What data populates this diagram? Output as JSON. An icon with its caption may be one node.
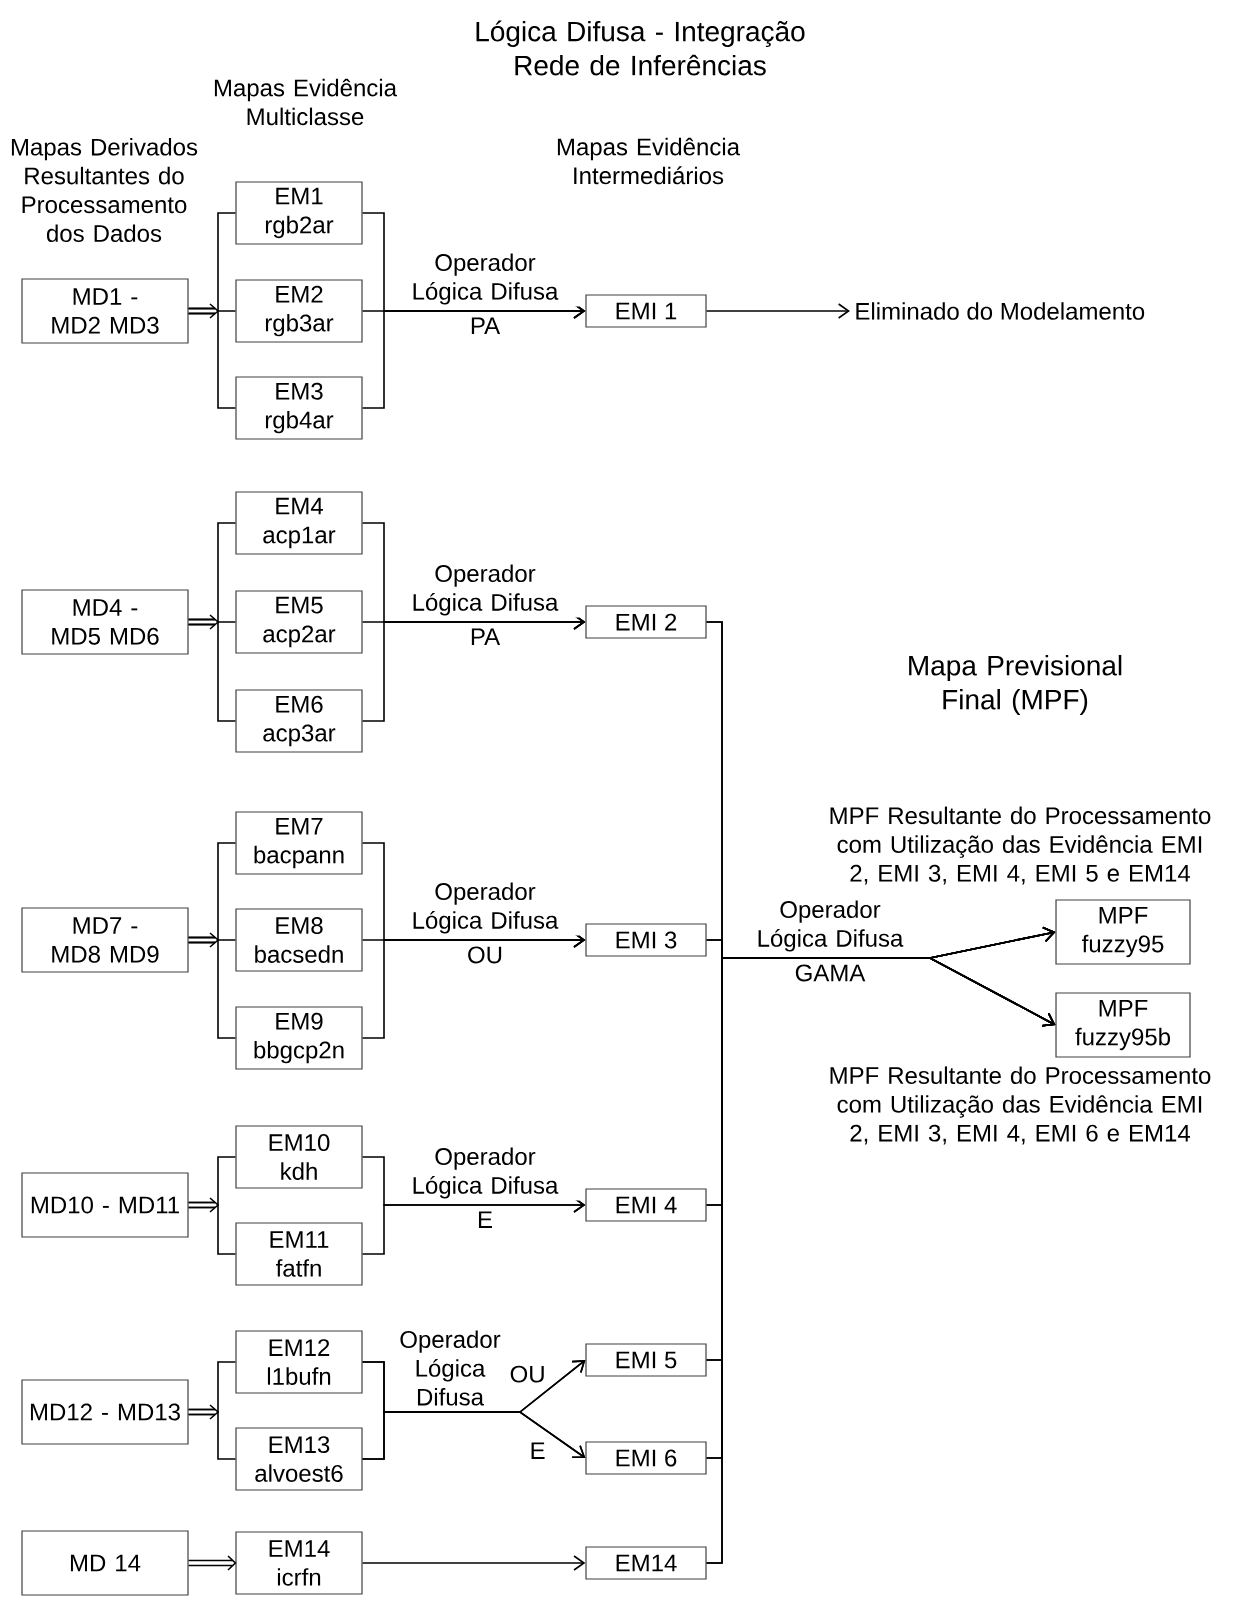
{
  "diagram": {
    "title": "Lógica Difusa - Integração Rede de Inferências",
    "nodes": [
      {
        "text": [
          "MD1 - MD2 MD3"
        ]
      },
      {
        "text": [
          "EM1 rgb2ar"
        ]
      },
      {
        "text": [
          "EM2 rgb3ar"
        ]
      },
      {
        "text": [
          "EM3 rgb4ar"
        ]
      },
      {
        "text": [
          "EMI 1"
        ]
      },
      {
        "text": [
          "Eliminado do Modelamento"
        ]
      },
      {
        "text": [
          "MD4 - MD5 MD6"
        ]
      },
      {
        "text": [
          "EM4 acp1ar"
        ]
      },
      {
        "text": [
          "EM5 acp2ar"
        ]
      },
      {
        "text": [
          "EM6 acp3ar"
        ]
      },
      {
        "text": [
          "EMI 2"
        ]
      },
      {
        "text": [
          "MD7 - MD8 MD9"
        ]
      },
      {
        "text": [
          "EM7 bacpann"
        ]
      },
      {
        "text": [
          "EM8 bacsedn"
        ]
      },
      {
        "text": [
          "EM9 bbgcp2n"
        ]
      },
      {
        "text": [
          "EMI 3"
        ]
      },
      {
        "text": [
          "MD10 - MD11"
        ]
      },
      {
        "text": [
          "EM10 kdh"
        ]
      },
      {
        "text": [
          "EM11 fatfn"
        ]
      },
      {
        "text": [
          "EMI 4"
        ]
      },
      {
        "text": [
          "MD12 - MD13"
        ]
      },
      {
        "text": [
          "EM12 l1bufn"
        ]
      },
      {
        "text": [
          "EM13 alvoest6"
        ]
      },
      {
        "text": [
          "EMI 5"
        ]
      },
      {
        "text": [
          "EMI 6"
        ]
      },
      {
        "text": [
          "MD 14"
        ]
      },
      {
        "text": [
          "EM14 icrfn"
        ]
      },
      {
        "text": [
          "EM14"
        ]
      },
      {
        "text": [
          "MPF fuzzy95"
        ],
        "beside": [
          "MPF Resultante do Processamento com Utilização das Evidência EMI 2, EMI 3, EMI 4, EMI 5 e EM14"
        ]
      },
      {
        "text": [
          "MPF fuzzy95b"
        ],
        "beside": [
          "MPF Resultante do Processamento com Utilização das Evidência EMI 2, EMI 3, EMI 4, EMI 6 e EM14"
        ]
      }
    ],
    "edges": [
      {
        "from": 0,
        "to": 1,
        "arrow": "none"
      },
      {
        "from": 0,
        "to": 2,
        "arrow": "none"
      },
      {
        "from": 0,
        "to": 3,
        "arrow": "none"
      },
      {
        "from": 1,
        "to": 4,
        "arrow": "to",
        "label": "Operador Lógica Difusa"
      },
      {
        "from": 2,
        "to": 4,
        "arrow": "to"
      },
      {
        "from": 3,
        "to": 4,
        "arrow": "to",
        "label": "PA"
      },
      {
        "from": 4,
        "to": 5,
        "arrow": "to"
      },
      {
        "from": 6,
        "to": 7,
        "arrow": "none"
      },
      {
        "from": 6,
        "to": 8,
        "arrow": "none"
      },
      {
        "from": 6,
        "to": 9,
        "arrow": "none"
      },
      {
        "from": 7,
        "to": 10,
        "arrow": "to",
        "label": "Operador Lógica Difusa"
      },
      {
        "from": 8,
        "to": 10,
        "arrow": "to"
      },
      {
        "from": 9,
        "to": 10,
        "arrow": "to",
        "label": "PA"
      },
      {
        "from": 11,
        "to": 12,
        "arrow": "none"
      },
      {
        "from": 11,
        "to": 13,
        "arrow": "none"
      },
      {
        "from": 11,
        "to": 14,
        "arrow": "none"
      },
      {
        "from": 12,
        "to": 15,
        "arrow": "to",
        "label": "Operador Lógica Difusa"
      },
      {
        "from": 13,
        "to": 15,
        "arrow": "to"
      },
      {
        "from": 14,
        "to": 15,
        "arrow": "to",
        "label": "OU"
      },
      {
        "from": 16,
        "to": 17,
        "arrow": "none"
      },
      {
        "from": 16,
        "to": 18,
        "arrow": "none"
      },
      {
        "from": 17,
        "to": 19,
        "arrow": "to",
        "label": "Operador Lógica Difusa"
      },
      {
        "from": 18,
        "to": 19,
        "arrow": "to",
        "label": "E"
      },
      {
        "from": 20,
        "to": 21,
        "arrow": "none"
      },
      {
        "from": 20,
        "to": 22,
        "arrow": "none"
      },
      {
        "from": 21,
        "to": 23,
        "arrow": "to",
        "label": "OU"
      },
      {
        "from": 21,
        "to": 24,
        "arrow": "to",
        "label": "Operador Lógica Difusa"
      },
      {
        "from": 22,
        "to": 23,
        "arrow": "to"
      },
      {
        "from": 22,
        "to": 24,
        "arrow": "to",
        "label": "E"
      },
      {
        "from": 25,
        "to": 26,
        "arrow": "to"
      },
      {
        "from": 26,
        "to": 27,
        "arrow": "to"
      },
      {
        "from": 10,
        "to": 28,
        "arrow": "to",
        "label": "Operador Lógica Difusa"
      },
      {
        "from": 10,
        "to": 29,
        "arrow": "to",
        "label": "GAMA"
      },
      {
        "from": 15,
        "to": 28,
        "arrow": "to"
      },
      {
        "from": 15,
        "to": 29,
        "arrow": "to"
      },
      {
        "from": 19,
        "to": 28,
        "arrow": "to"
      },
      {
        "from": 19,
        "to": 29,
        "arrow": "to"
      },
      {
        "from": 23,
        "to": 28,
        "arrow": "to"
      },
      {
        "from": 23,
        "to": 29,
        "arrow": "to"
      },
      {
        "from": 24,
        "to": 28,
        "arrow": "to"
      },
      {
        "from": 24,
        "to": 29,
        "arrow": "to"
      },
      {
        "from": 27,
        "to": 28,
        "arrow": "to"
      },
      {
        "from": 27,
        "to": 29,
        "arrow": "to"
      }
    ],
    "labels": [
      "Mapas Evidência Multiclasse",
      "Mapas Derivados Resultantes do Processamento dos Dados",
      "Mapas Evidência Intermediários",
      "Mapa Previsional Final (MPF)"
    ]
  }
}
